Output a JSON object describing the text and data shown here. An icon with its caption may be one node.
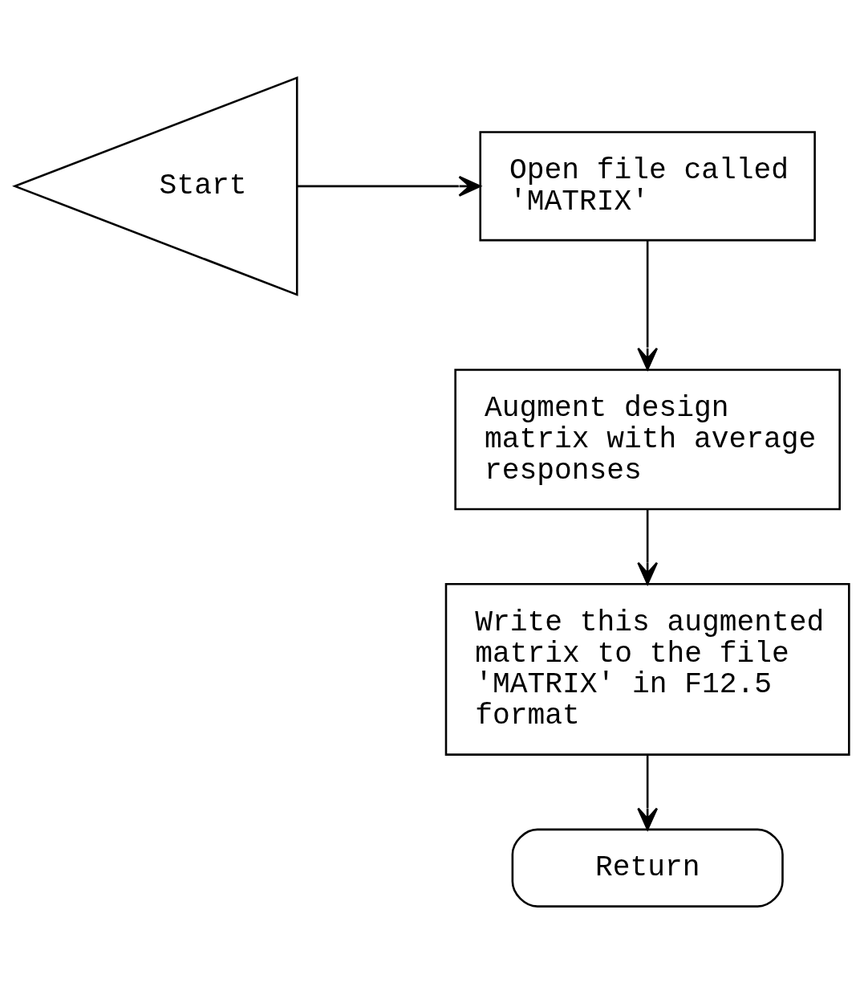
{
  "diagram": {
    "nodes": [
      {
        "text": [
          "Start"
        ]
      },
      {
        "text": [
          "Open file called 'MATRIX'"
        ]
      },
      {
        "text": [
          "Augment design matrix with average responses"
        ]
      },
      {
        "text": [
          "Write this augmented matrix to the file 'MATRIX' in F12.5 format"
        ]
      },
      {
        "text": [
          "Return"
        ]
      }
    ],
    "edges": [
      {
        "from": 0,
        "to": 1,
        "arrow": "to"
      },
      {
        "from": 1,
        "to": 2,
        "arrow": "to"
      },
      {
        "from": 2,
        "to": 3,
        "arrow": "to"
      },
      {
        "from": 3,
        "to": 4,
        "arrow": "to"
      }
    ]
  }
}
